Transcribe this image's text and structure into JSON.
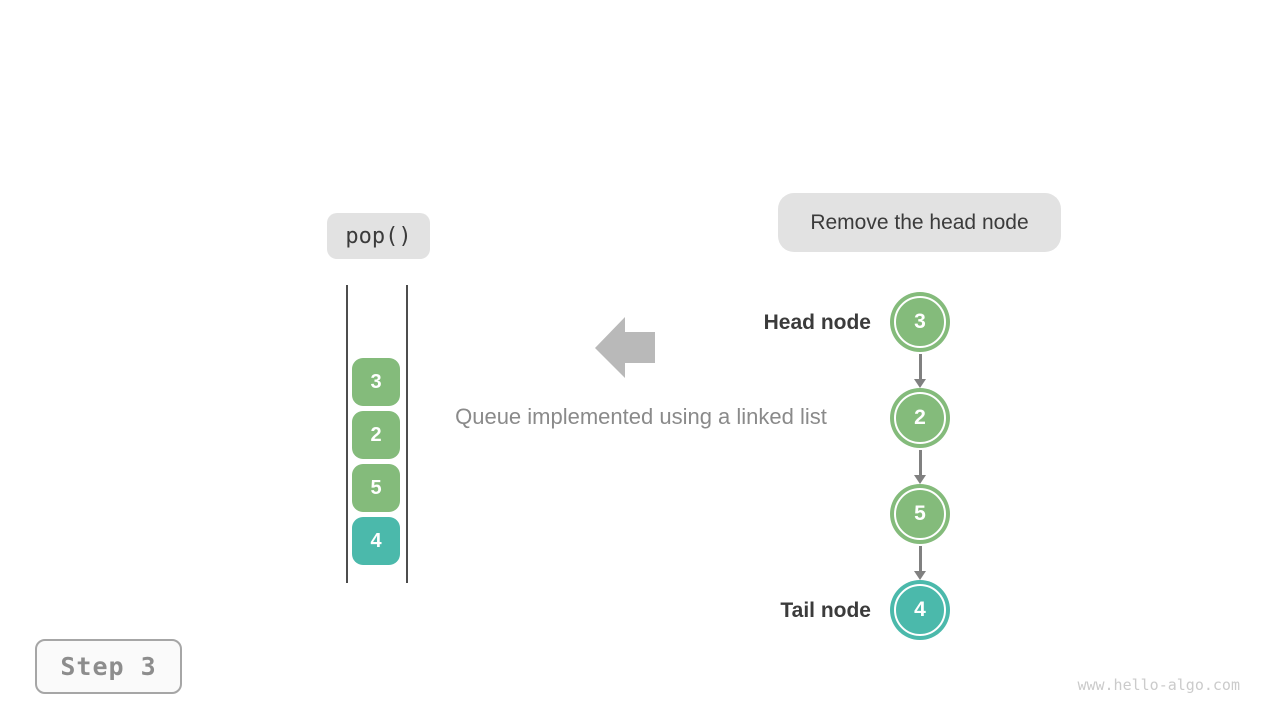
{
  "pop_badge": {
    "label": "pop()"
  },
  "annotation_badge": {
    "label": "Remove the head node"
  },
  "caption": "Queue implemented using a linked list",
  "queue": {
    "items": [
      {
        "value": "3",
        "color": "#84bb7b"
      },
      {
        "value": "2",
        "color": "#84bb7b"
      },
      {
        "value": "5",
        "color": "#84bb7b"
      },
      {
        "value": "4",
        "color": "#4bb9ab"
      }
    ]
  },
  "linked_list": {
    "head_label": "Head node",
    "tail_label": "Tail node",
    "nodes": [
      {
        "value": "3",
        "color": "#84bb7b"
      },
      {
        "value": "2",
        "color": "#84bb7b"
      },
      {
        "value": "5",
        "color": "#84bb7b"
      },
      {
        "value": "4",
        "color": "#4bb9ab"
      }
    ]
  },
  "step_badge": {
    "label": "Step 3"
  },
  "watermark": "www.hello-algo.com",
  "colors": {
    "node_green": "#84bb7b",
    "node_teal": "#4bb9ab",
    "badge_bg": "#e2e2e2",
    "dark_text": "#3b3b3b",
    "muted_text": "#8a8a8a",
    "big_arrow_gray": "#b9b9b9",
    "link_arrow_gray": "#808080",
    "wall_gray": "#4d4d4d",
    "watermark_gray": "#cbcbcb"
  }
}
